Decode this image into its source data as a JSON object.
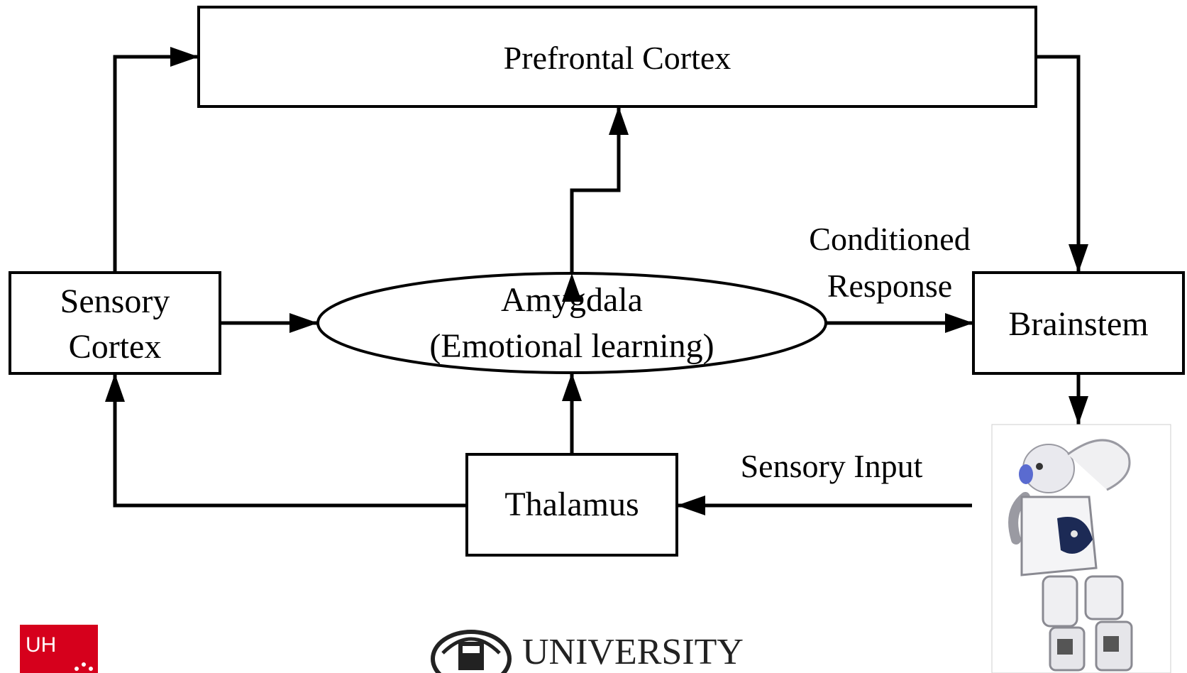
{
  "diagram": {
    "nodes": {
      "prefrontal": "Prefrontal Cortex",
      "sensory_cortex": [
        "Sensory",
        "Cortex"
      ],
      "amygdala": [
        "Amygdala",
        "(Emotional learning)"
      ],
      "brainstem": "Brainstem",
      "thalamus": "Thalamus"
    },
    "edge_labels": {
      "conditioned_response": [
        "Conditioned",
        "Response"
      ],
      "sensory_input": "Sensory Input"
    }
  },
  "logos": {
    "uh": "UH",
    "university": "UNIVERSITY"
  },
  "colors": {
    "stroke": "#000000",
    "uh_red": "#d6001c"
  },
  "icons": {
    "robot": "robot-photo",
    "crest": "university-crest-icon"
  }
}
